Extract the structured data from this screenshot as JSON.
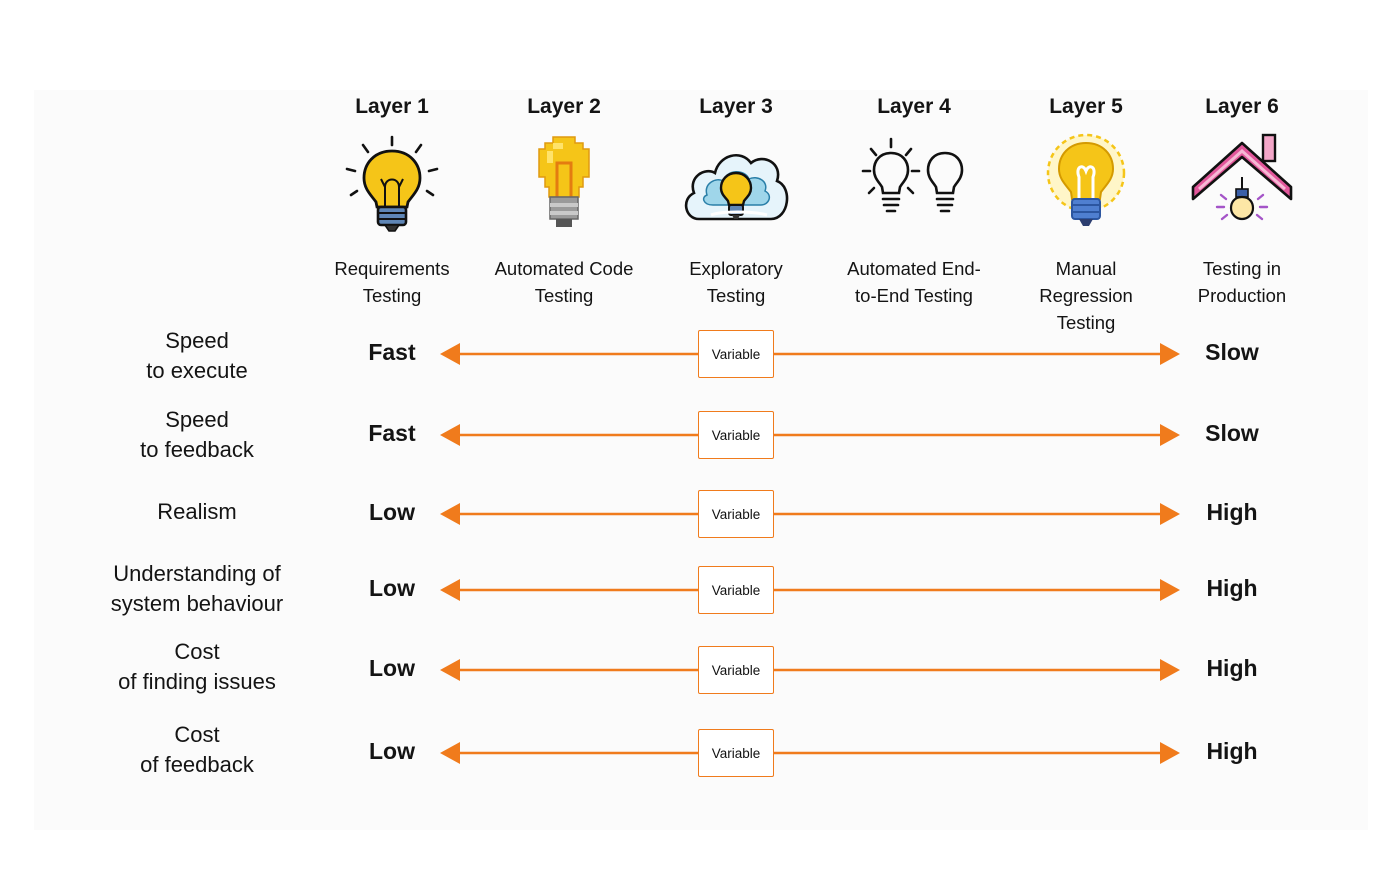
{
  "layers": [
    {
      "title": "Layer 1",
      "name": "Requirements Testing",
      "icon": "lightbulb-rays-icon"
    },
    {
      "title": "Layer 2",
      "name": "Automated Code Testing",
      "icon": "pixel-lightbulb-icon"
    },
    {
      "title": "Layer 3",
      "name": "Exploratory Testing",
      "icon": "cloud-lightbulb-icon"
    },
    {
      "title": "Layer 4",
      "name": "Automated End-to-End Testing",
      "icon": "outline-lightbulbs-icon"
    },
    {
      "title": "Layer 5",
      "name": "Manual Regression Testing",
      "icon": "glowing-lightbulb-icon"
    },
    {
      "title": "Layer 6",
      "name": "Testing in Production",
      "icon": "house-lightbulb-icon"
    }
  ],
  "layer_name_lines": [
    [
      "Requirements",
      "Testing"
    ],
    [
      "Automated Code",
      "Testing"
    ],
    [
      "Exploratory",
      "Testing"
    ],
    [
      "Automated End-",
      "to-End Testing"
    ],
    [
      "Manual",
      "Regression",
      "Testing"
    ],
    [
      "Testing in",
      "Production"
    ]
  ],
  "rows": [
    {
      "metric": "Speed to execute",
      "lines": [
        "Speed",
        "to execute"
      ],
      "left": "Fast",
      "middle": "Variable",
      "right": "Slow"
    },
    {
      "metric": "Speed to feedback",
      "lines": [
        "Speed",
        "to feedback"
      ],
      "left": "Fast",
      "middle": "Variable",
      "right": "Slow"
    },
    {
      "metric": "Realism",
      "lines": [
        "Realism"
      ],
      "left": "Low",
      "middle": "Variable",
      "right": "High"
    },
    {
      "metric": "Understanding of system behaviour",
      "lines": [
        "Understanding of",
        "system behaviour"
      ],
      "left": "Low",
      "middle": "Variable",
      "right": "High"
    },
    {
      "metric": "Cost of finding issues",
      "lines": [
        "Cost",
        "of finding issues"
      ],
      "left": "Low",
      "middle": "Variable",
      "right": "High"
    },
    {
      "metric": "Cost of feedback",
      "lines": [
        "Cost",
        "of feedback"
      ],
      "left": "Low",
      "middle": "Variable",
      "right": "High"
    }
  ],
  "colors": {
    "arrow": "#f07b1c",
    "bulb_yellow": "#f5c518",
    "roof_pink": "#e2579b",
    "panel_background": "#fbfbfb"
  }
}
